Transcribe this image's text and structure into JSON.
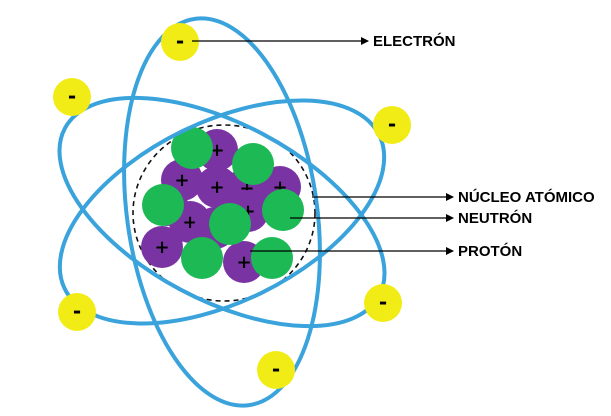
{
  "diagram": {
    "colors": {
      "orbit": "#3aa3dc",
      "electron": "#f2ec16",
      "proton": "#7a33a3",
      "neutron": "#1db954",
      "nucleus_outline": "#111111",
      "arrow": "#000000"
    },
    "symbols": {
      "electron": "-",
      "proton": "+"
    },
    "labels": {
      "electron": "ELECTRÓN",
      "nucleus": "NÚCLEO ATÓMICO",
      "neutron": "NEUTRÓN",
      "proton": "PROTÓN"
    },
    "counts": {
      "electrons": 6,
      "orbits": 3
    }
  }
}
